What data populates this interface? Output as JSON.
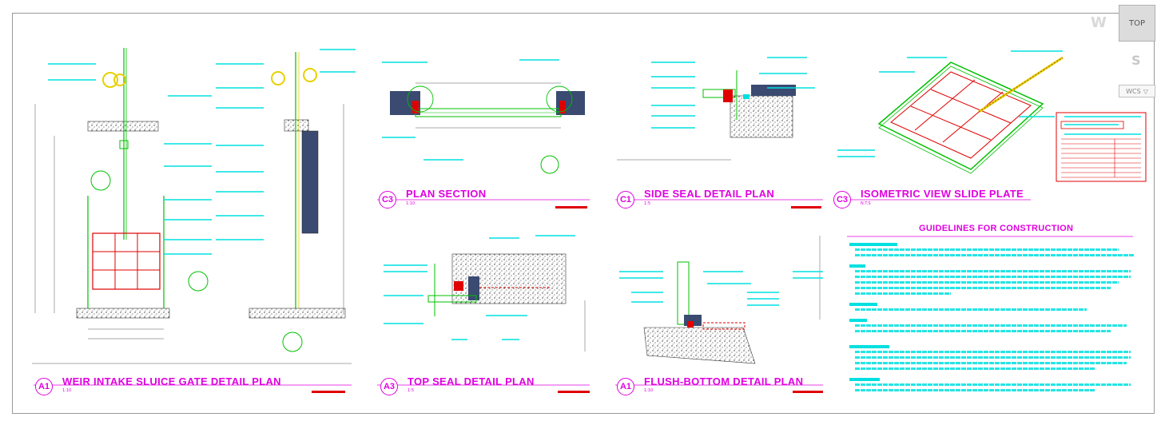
{
  "views": [
    {
      "tag": "A1",
      "title": "WEIR INTAKE SLUICE GATE DETAIL PLAN",
      "scale": "1:10"
    },
    {
      "tag": "C3",
      "title": "PLAN SECTION",
      "scale": "1:10"
    },
    {
      "tag": "C1",
      "title": "SIDE SEAL DETAIL PLAN",
      "scale": "1:5"
    },
    {
      "tag": "C3",
      "title": "ISOMETRIC VIEW SLIDE PLATE",
      "scale": "N.T.S"
    },
    {
      "tag": "A3",
      "title": "TOP SEAL DETAIL PLAN",
      "scale": "1:5"
    },
    {
      "tag": "A1",
      "title": "FLUSH-BOTTOM DETAIL PLAN",
      "scale": "1:10"
    }
  ],
  "guidelines": {
    "title": "GUIDELINES FOR CONSTRUCTION"
  },
  "viewcube": {
    "top_label": "TOP",
    "west_label": "W",
    "south_label": "S",
    "wcs_label": "WCS",
    "wcs_arrow": "▽"
  },
  "colors": {
    "annotation": "#e000e0",
    "cyan": "#00e0e0",
    "green": "#00c000",
    "red": "#e00000",
    "yellow": "#e8d000",
    "concrete": "#3a4a70"
  }
}
